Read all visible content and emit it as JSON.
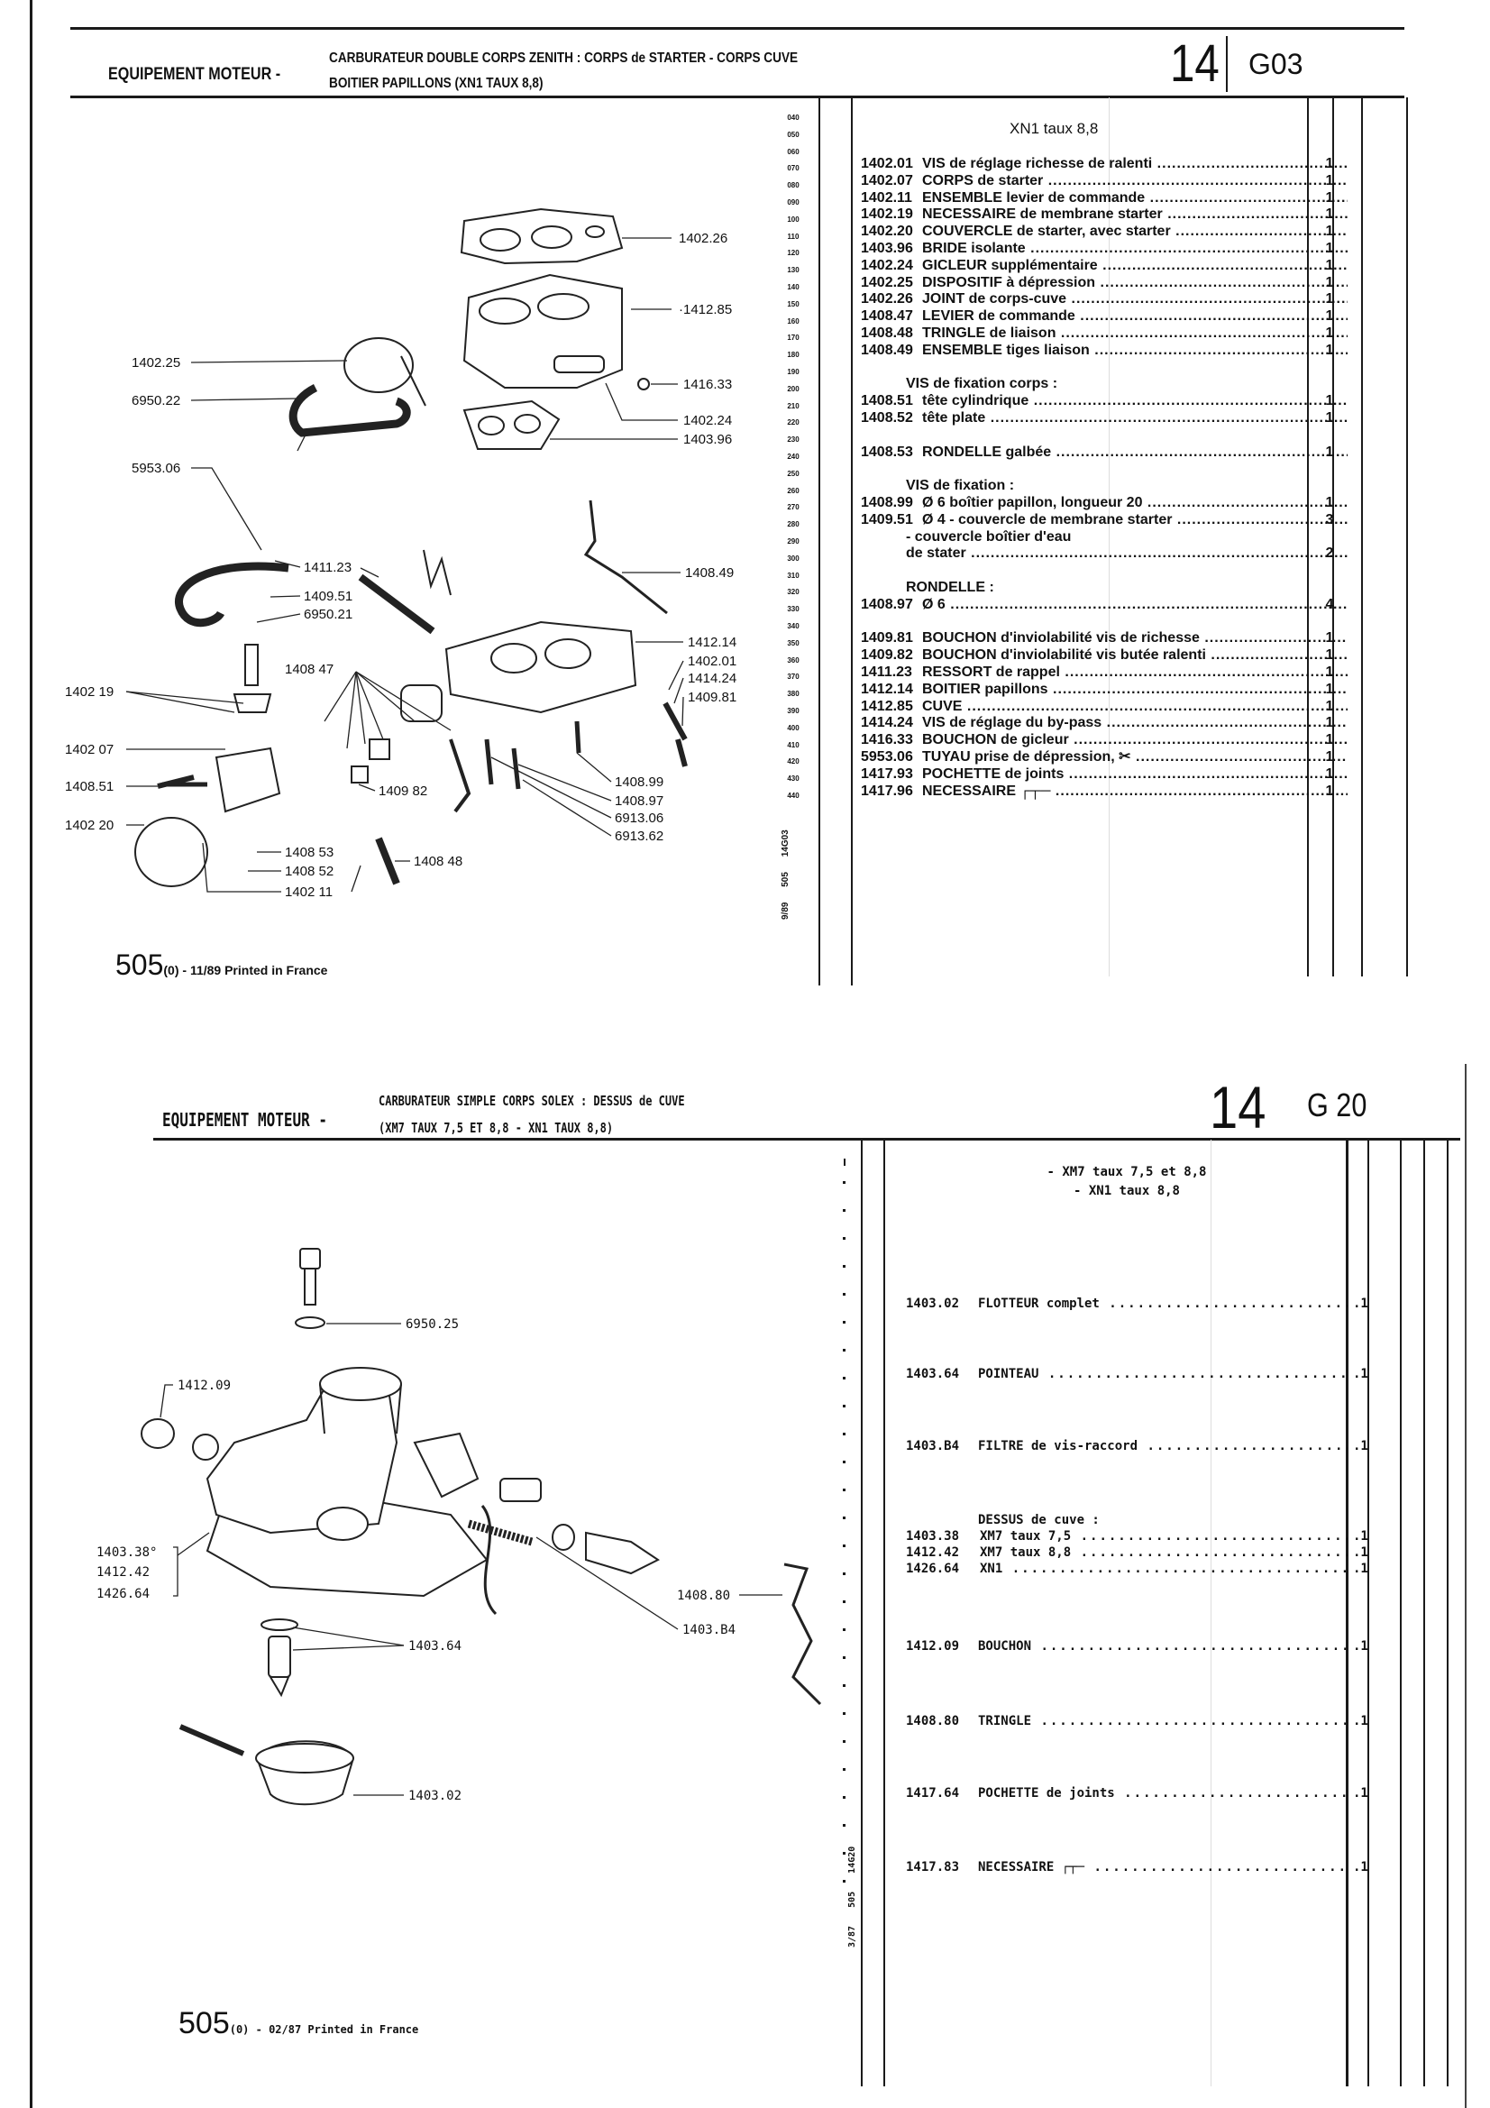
{
  "top": {
    "section": "EQUIPEMENT MOTEUR -",
    "subtitle_1": "CARBURATEUR DOUBLE CORPS ZENITH : CORPS de STARTER - CORPS CUVE",
    "subtitle_2": "BOITIER PAPILLONS (XN1 TAUX 8,8)",
    "group_no": "14",
    "page_code": "G03",
    "list_title": "XN1 taux 8,8",
    "line_numbers": [
      "040",
      "050",
      "060",
      "070",
      "080",
      "090",
      "100",
      "110",
      "120",
      "130",
      "140",
      "150",
      "160",
      "170",
      "180",
      "190",
      "200",
      "210",
      "220",
      "230",
      "240",
      "250",
      "260",
      "270",
      "280",
      "290",
      "300",
      "310",
      "320",
      "330",
      "340",
      "350",
      "360",
      "370",
      "380",
      "390",
      "400",
      "410",
      "420",
      "430",
      "440"
    ],
    "side_ref": "9/89  505  14G03",
    "groups": [
      {
        "heading": null,
        "items": [
          {
            "code": "1402.01",
            "desc": "VIS de réglage richesse de ralenti",
            "qty": "1"
          },
          {
            "code": "1402.07",
            "desc": "CORPS de starter",
            "qty": "1"
          },
          {
            "code": "1402.11",
            "desc": "ENSEMBLE levier de commande",
            "qty": "1"
          },
          {
            "code": "1402.19",
            "desc": "NECESSAIRE de membrane starter",
            "qty": "1"
          },
          {
            "code": "1402.20",
            "desc": "COUVERCLE de starter, avec starter",
            "qty": "1"
          },
          {
            "code": "1403.96",
            "desc": "BRIDE isolante",
            "qty": "1"
          },
          {
            "code": "1402.24",
            "desc": "GICLEUR supplémentaire",
            "qty": "1"
          },
          {
            "code": "1402.25",
            "desc": "DISPOSITIF à dépression",
            "qty": "1"
          },
          {
            "code": "1402.26",
            "desc": "JOINT de corps-cuve",
            "qty": "1"
          },
          {
            "code": "1408.47",
            "desc": "LEVIER de commande",
            "qty": "1"
          },
          {
            "code": "1408.48",
            "desc": "TRINGLE de liaison",
            "qty": "1"
          },
          {
            "code": "1408.49",
            "desc": "ENSEMBLE tiges liaison",
            "qty": "1"
          }
        ]
      },
      {
        "heading": "VIS de fixation corps :",
        "items": [
          {
            "code": "1408.51",
            "desc": "tête cylindrique",
            "qty": "1"
          },
          {
            "code": "1408.52",
            "desc": "tête plate",
            "qty": "1"
          }
        ]
      },
      {
        "heading": null,
        "items": [
          {
            "code": "1408.53",
            "desc": "RONDELLE galbée",
            "qty": "1"
          }
        ]
      },
      {
        "heading": "VIS de fixation :",
        "items": [
          {
            "code": "1408.99",
            "desc": "Ø 6 boîtier papillon, longueur 20",
            "qty": "1"
          },
          {
            "code": "1409.51",
            "desc": "Ø 4 - couvercle de membrane starter",
            "qty": "3"
          },
          {
            "code": "",
            "desc": "      - couvercle boîtier d'eau",
            "qty": ""
          },
          {
            "code": "",
            "desc": "de stater",
            "qty": "2"
          }
        ]
      },
      {
        "heading": "RONDELLE :",
        "items": [
          {
            "code": "1408.97",
            "desc": "Ø 6",
            "qty": "4"
          }
        ]
      },
      {
        "heading": null,
        "items": [
          {
            "code": "1409.81",
            "desc": "BOUCHON d'inviolabilité vis de richesse",
            "qty": "1"
          },
          {
            "code": "1409.82",
            "desc": "BOUCHON d'inviolabilité vis butée ralenti",
            "qty": "1"
          },
          {
            "code": "1411.23",
            "desc": "RESSORT de rappel",
            "qty": "1"
          },
          {
            "code": "1412.14",
            "desc": "BOITIER papillons",
            "qty": "1"
          },
          {
            "code": "1412.85",
            "desc": "CUVE",
            "qty": "1"
          },
          {
            "code": "1414.24",
            "desc": "VIS de réglage du by-pass",
            "qty": "1"
          },
          {
            "code": "1416.33",
            "desc": "BOUCHON de gicleur",
            "qty": "1"
          },
          {
            "code": "5953.06",
            "desc": "TUYAU prise de dépression, ✂",
            "qty": "1"
          },
          {
            "code": "1417.93",
            "desc": "POCHETTE de joints",
            "qty": "1"
          },
          {
            "code": "1417.96",
            "desc": "NECESSAIRE ┌┬─",
            "qty": "1"
          }
        ]
      }
    ],
    "diagram_labels": [
      "1402.26",
      "·1412.85",
      "1416.33",
      "1402.24",
      "1403.96",
      "1408.49",
      "1412.14",
      "1402.01",
      "1414.24",
      "1409.81",
      "1408.99",
      "1408.97",
      "6913.06",
      "6913.62",
      "1402.25",
      "6950.22",
      "5953.06",
      "1402 19",
      "1402 07",
      "1408.51",
      "1402 20",
      "1411.23",
      "1409.51",
      "6950.21",
      "1408 47",
      "1409 82",
      "1408 53",
      "1408 52",
      "1402 11",
      "1408 48"
    ],
    "footer_model": "505",
    "footer_suffix": "(0) - 11/89 Printed in France"
  },
  "bottom": {
    "section": "EQUIPEMENT MOTEUR -",
    "subtitle_1": "CARBURATEUR SIMPLE CORPS SOLEX : DESSUS de CUVE",
    "subtitle_2": "(XM7 TAUX 7,5 ET 8,8 - XN1 TAUX 8,8)",
    "group_no": "14",
    "page_code": "G 20",
    "list_title_1": "- XM7 taux 7,5 et 8,8",
    "list_title_2": "- XN1 taux 8,8",
    "side_ref": "3/87  505  14G20",
    "items": [
      {
        "code": "1403.02",
        "desc": "FLOTTEUR complet",
        "qty": ".1"
      },
      {
        "code": "1403.64",
        "desc": "POINTEAU",
        "qty": ".1"
      },
      {
        "code": "1403.B4",
        "desc": "FILTRE de vis-raccord",
        "qty": ".1"
      },
      {
        "code": "",
        "desc": "DESSUS de cuve :",
        "qty": ""
      },
      {
        "code": "1403.38",
        "desc": "XM7 taux 7,5",
        "qty": ".1"
      },
      {
        "code": "1412.42",
        "desc": "XM7 taux 8,8",
        "qty": ".1"
      },
      {
        "code": "1426.64",
        "desc": "XN1",
        "qty": ".1"
      },
      {
        "code": "1412.09",
        "desc": "BOUCHON",
        "qty": ".1"
      },
      {
        "code": "1408.80",
        "desc": "TRINGLE",
        "qty": ".1"
      },
      {
        "code": "1417.64",
        "desc": "POCHETTE de joints",
        "qty": ".1"
      },
      {
        "code": "1417.83",
        "desc": "NECESSAIRE ┌┬─",
        "qty": ".1"
      }
    ],
    "diagram_labels": [
      "6950.25",
      "1412.09",
      "1403.38°",
      "1412.42",
      "1426.64",
      "1408.80",
      "1403.B4",
      "1403.64",
      "1403.02"
    ],
    "footer_model": "505",
    "footer_suffix": "(0) - 02/87 Printed in France"
  }
}
